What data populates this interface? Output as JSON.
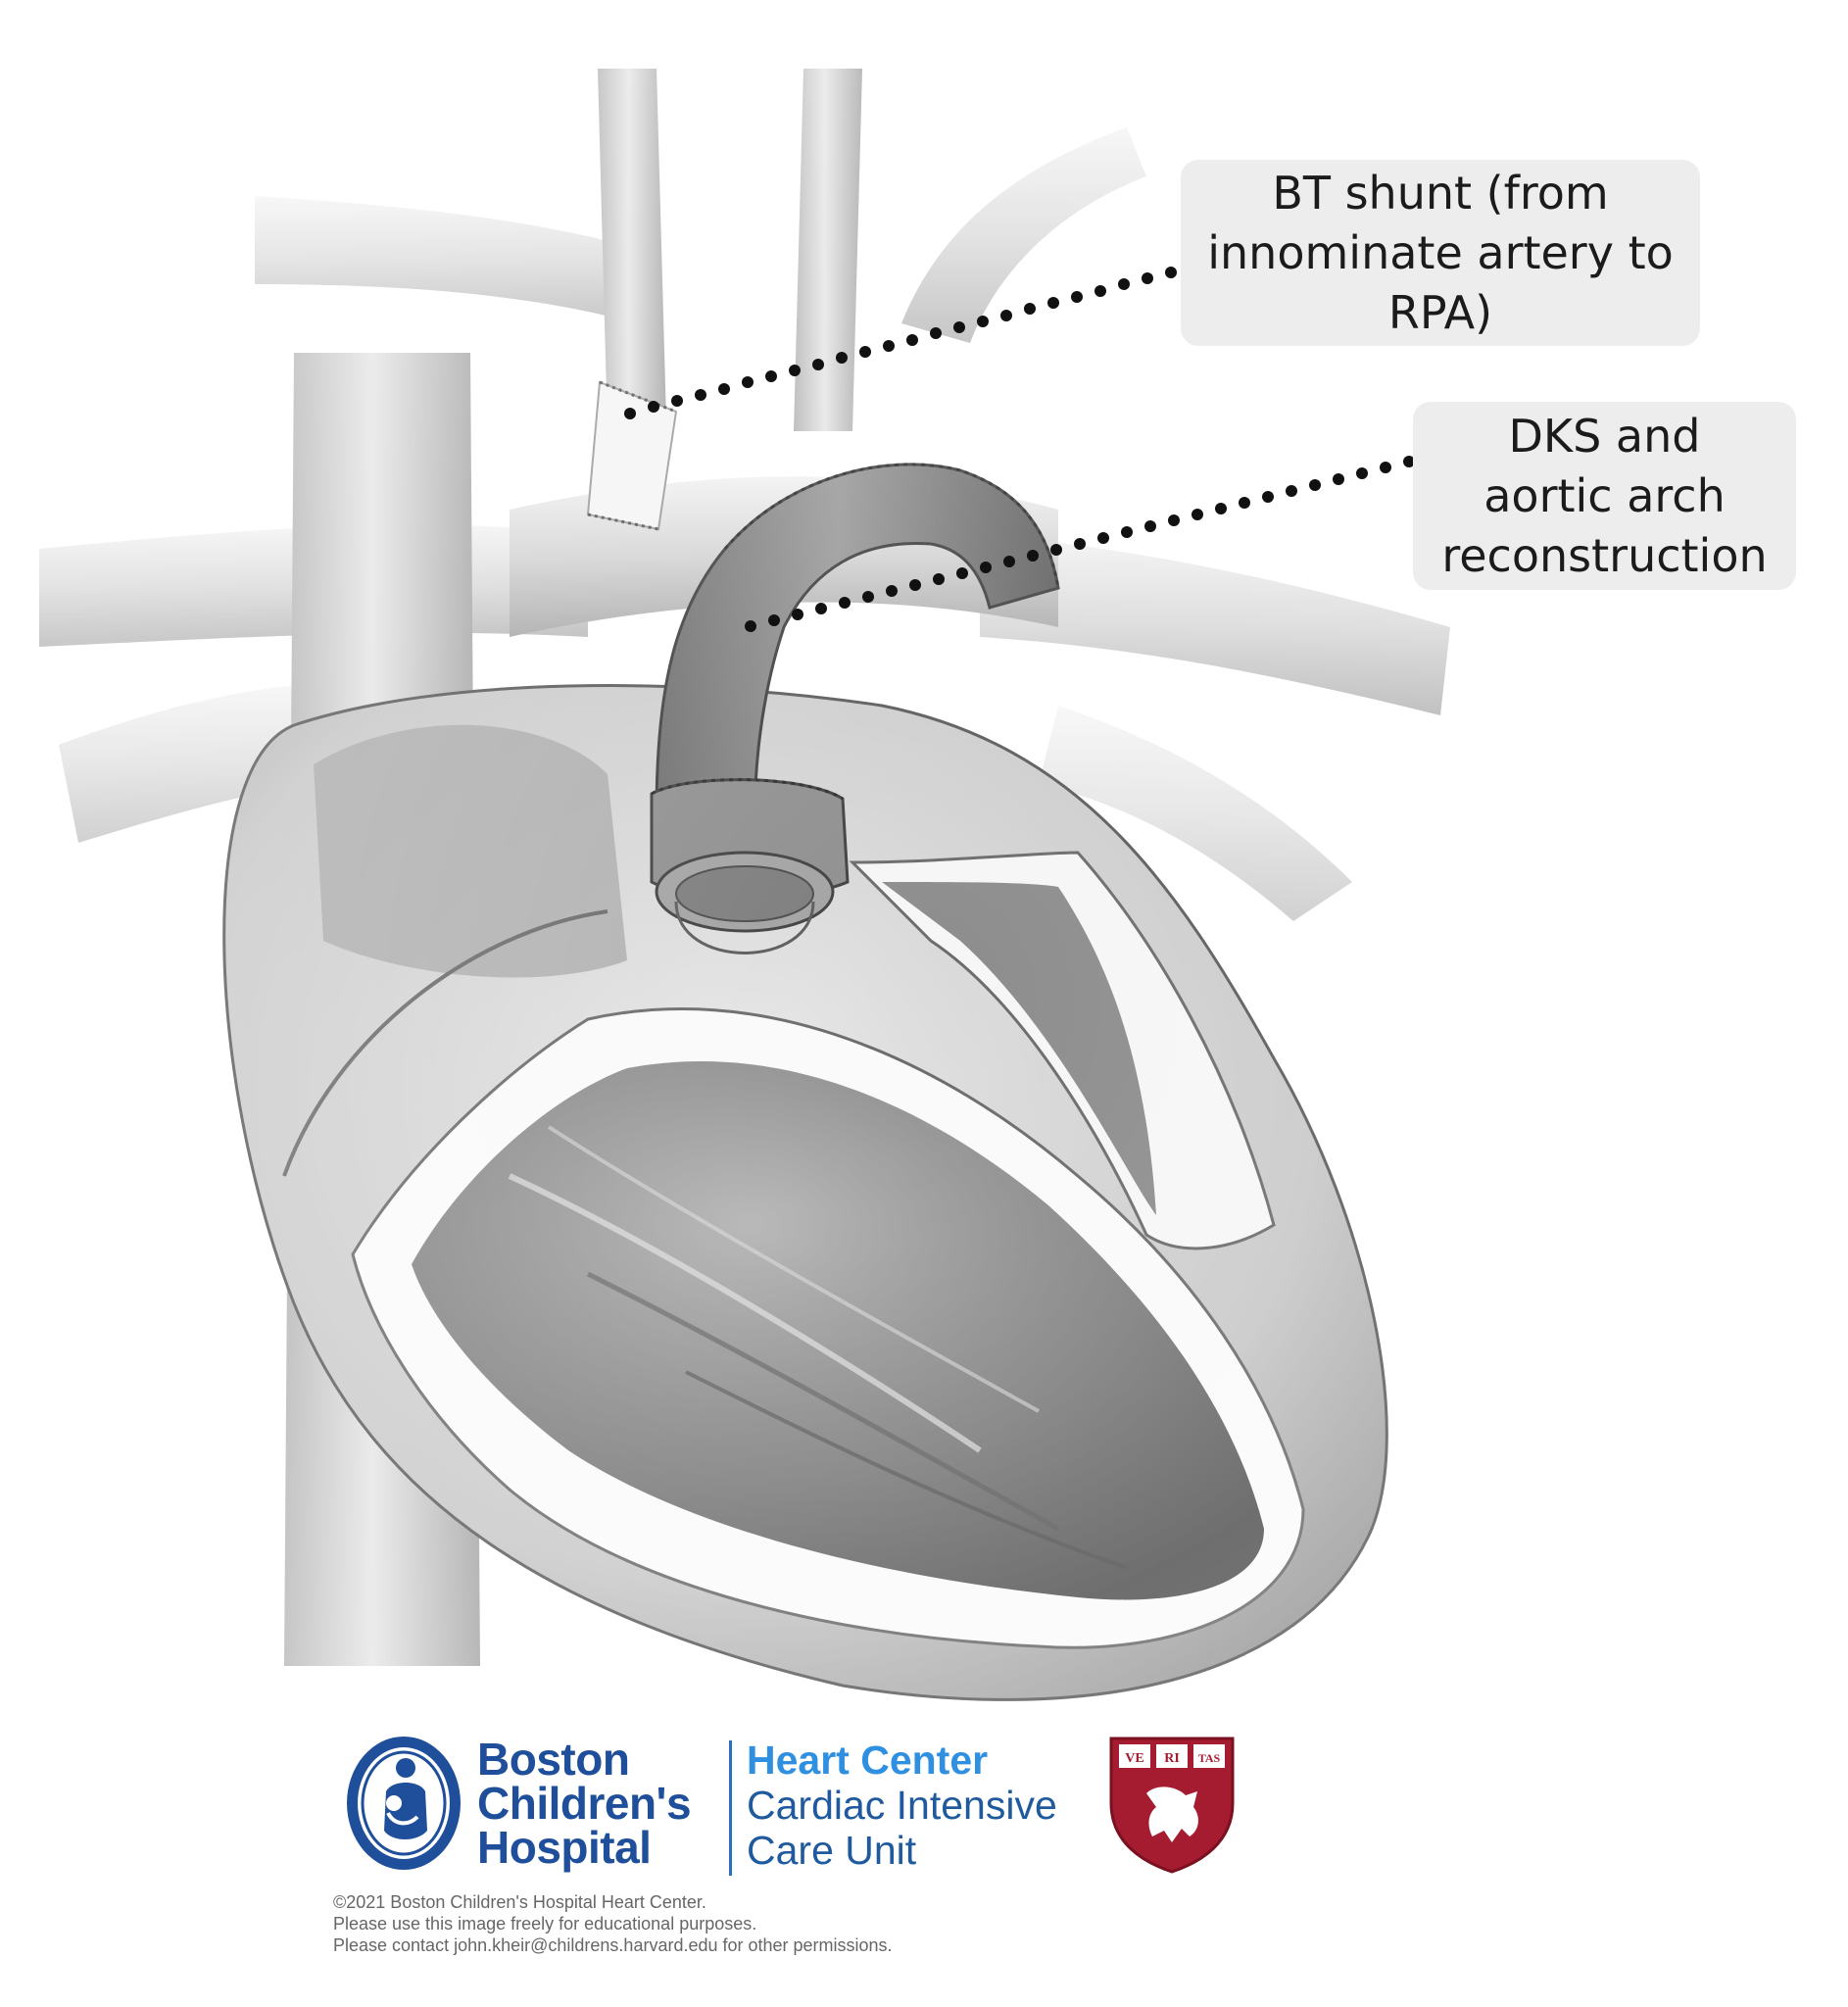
{
  "callouts": {
    "bt_shunt": {
      "lines": [
        "BT shunt (from",
        "innominate artery to",
        "RPA)"
      ]
    },
    "dks": {
      "lines": [
        "DKS and",
        "aortic arch",
        "reconstruction"
      ]
    }
  },
  "logo": {
    "hospital_lines": [
      "Boston",
      "Children's",
      "Hospital"
    ],
    "unit_lines": [
      "Heart Center",
      "Cardiac Intensive",
      "Care Unit"
    ],
    "harvard_shield_letters": [
      "VE",
      "RI",
      "TAS"
    ],
    "colors": {
      "hospital_blue": "#1f4f9b",
      "heart_center_blue": "#2f8fe0",
      "harvard_crimson": "#a51c30"
    }
  },
  "copyright": {
    "lines": [
      "©2021 Boston Children's Hospital Heart Center.",
      "Please use this image freely for educational purposes.",
      "Please contact john.kheir@childrens.harvard.edu for other permissions."
    ]
  }
}
